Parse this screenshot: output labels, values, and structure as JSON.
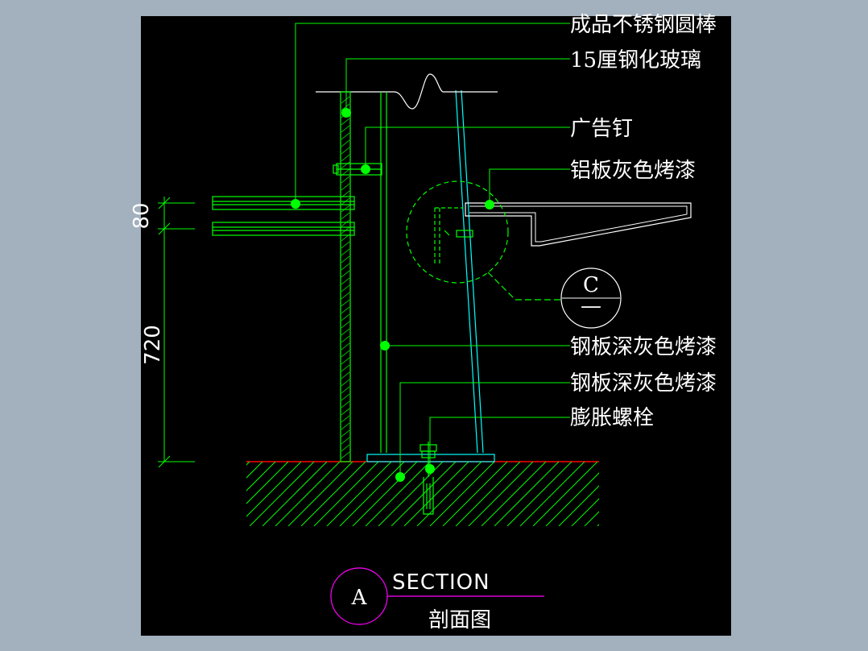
{
  "labels": {
    "stainless_rod": "成品不锈钢圆棒",
    "tempered_glass": "15厘钢化玻璃",
    "ad_nail": "广告钉",
    "aluminum_panel": "铝板灰色烤漆",
    "steel_panel_1": "钢板深灰色烤漆",
    "steel_panel_2": "钢板深灰色烤漆",
    "expansion_bolt": "膨胀螺栓"
  },
  "dimensions": {
    "top": "80",
    "bottom": "720"
  },
  "detail_callout": {
    "letter": "C",
    "sub": "—"
  },
  "section_tag": {
    "letter": "A",
    "title": "SECTION",
    "subtitle": "剖面图"
  },
  "colors": {
    "background": "#a3b0bd",
    "drawing": "#000000",
    "line_green": "#00ff00",
    "line_cyan": "#00ffff",
    "text": "#ffffff",
    "floor_red": "#ff0000",
    "tag_magenta": "#ff00ff"
  }
}
